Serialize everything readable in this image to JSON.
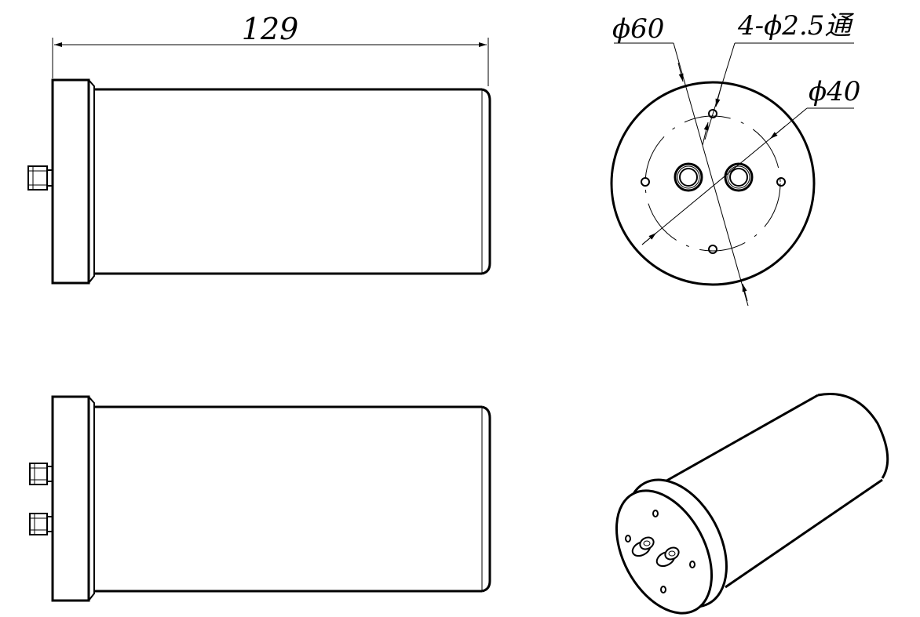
{
  "dimensions": {
    "overall_length": "129",
    "outer_diameter": "ϕ60",
    "bolt_circle_diameter": "ϕ40",
    "holes": "4-ϕ2.5通"
  }
}
